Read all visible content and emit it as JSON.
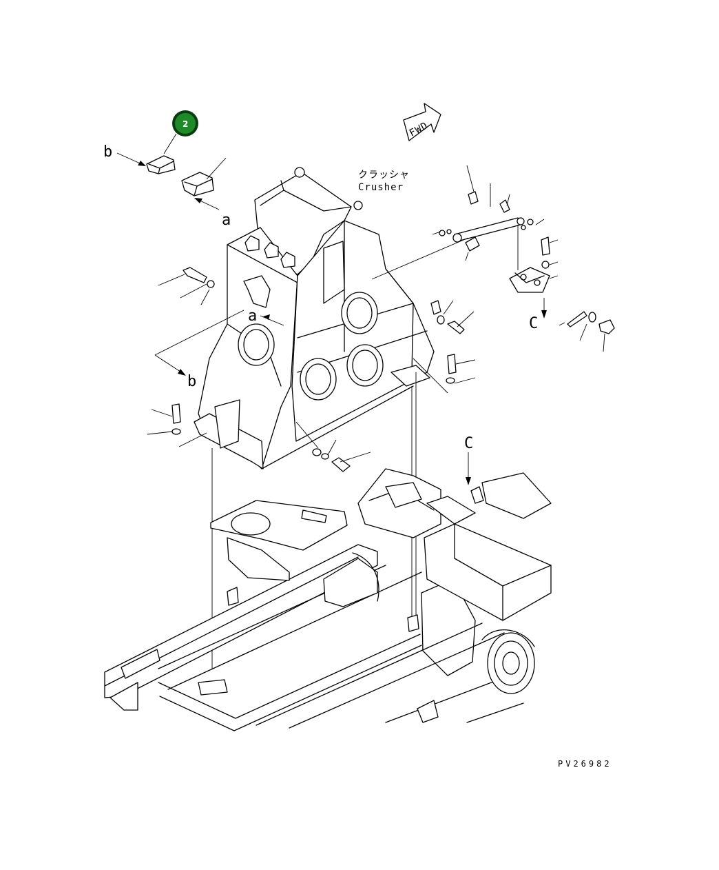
{
  "drawing": {
    "part_badge": "2",
    "label_crusher_jp": "クラッシャ",
    "label_crusher_en": "Crusher",
    "fwd_label": "FWD",
    "view_labels": [
      "b",
      "a",
      "a",
      "b",
      "C",
      "C"
    ],
    "drawing_code": "PV26982",
    "badge_color": "#1f8a2a",
    "badge_ring_color": "#0b3d12"
  }
}
